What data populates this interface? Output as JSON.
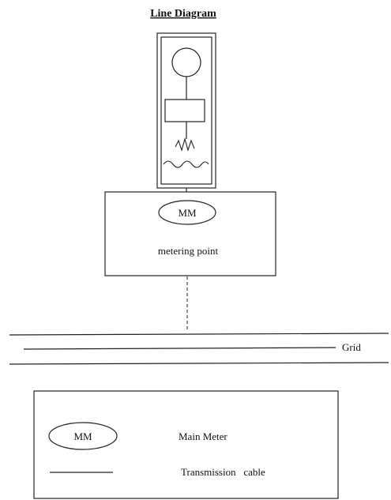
{
  "title": "Line Diagram",
  "metering_box": {
    "symbol_label": "MM",
    "caption": "metering point"
  },
  "grid_label": "Grid",
  "legend": {
    "main_meter_symbol": "MM",
    "main_meter_text": "Main Meter",
    "cable_text": "Transmission   cable"
  }
}
